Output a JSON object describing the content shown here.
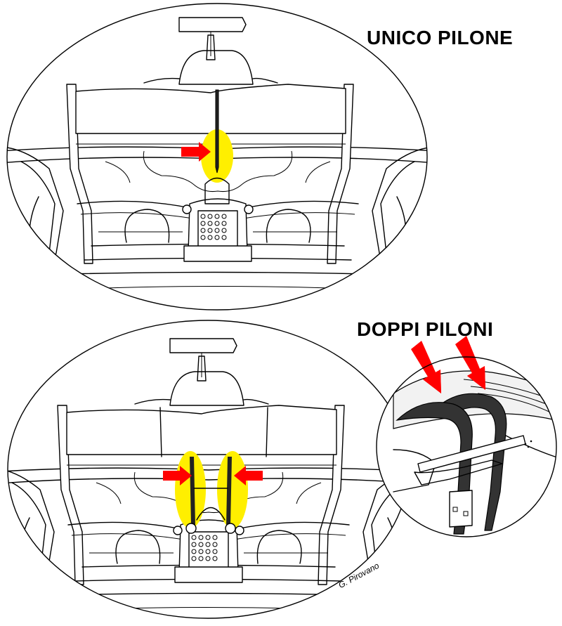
{
  "panels": {
    "top": {
      "title": "UNICO PILONE"
    },
    "bottom": {
      "title": "DOPPI  PILONI"
    }
  },
  "credit": "G. Pirovano",
  "colors": {
    "highlight": "#ffef00",
    "arrow": "#ff0000",
    "pylon_dark": "#333333",
    "outline": "#000000"
  },
  "icons": {
    "arrow": "red-arrow-icon",
    "highlight": "yellow-ellipse-highlight"
  }
}
